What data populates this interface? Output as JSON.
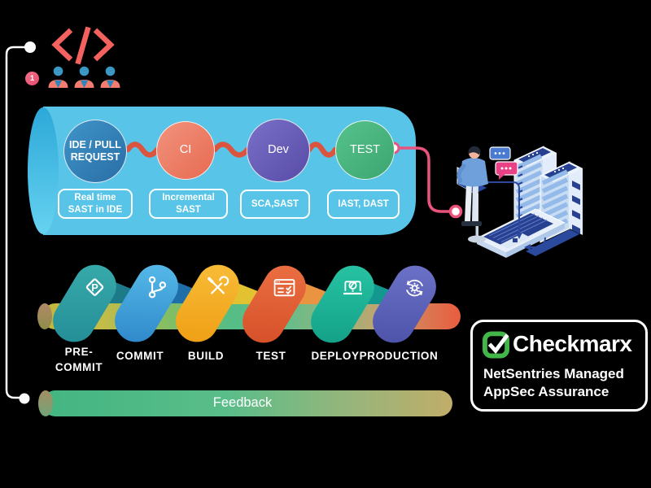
{
  "colors": {
    "background": "#000000",
    "pipeline_cylinder": "#58C4E7",
    "connector_red": "#DB5440",
    "connector_pink": "#EA537E",
    "flow_line_white": "#FFFFFF",
    "checkmarx_green": "#43B649",
    "stage_ide_blue": "#2E7FB5",
    "stage_ci_coral": "#ED7A63",
    "stage_dev_purple": "#6A5FB9",
    "stage_test_green": "#4BB481",
    "capsule_pre_commit": "#2E9FA4",
    "capsule_commit": "#3FA2DD",
    "capsule_build": "#F5AB20",
    "capsule_test": "#DE5E32",
    "capsule_deploy": "#1DB497",
    "capsule_production": "#5A61B8"
  },
  "dev_team": {
    "badge_count": "1",
    "member_count": 3,
    "code_icon": "code-brackets-icon"
  },
  "cicd_pipeline": {
    "stages": [
      {
        "name": "IDE / PULL REQUEST",
        "security": "Real time SAST in IDE"
      },
      {
        "name": "CI",
        "security": "Incremental SAST"
      },
      {
        "name": "Dev",
        "security": "SCA,SAST"
      },
      {
        "name": "TEST",
        "security": "IAST, DAST"
      }
    ]
  },
  "devops_flow": {
    "stages": [
      {
        "label": "PRE-",
        "label2": "COMMIT",
        "icon": "pre-commit-icon",
        "icon_letter": "P"
      },
      {
        "label": "COMMIT",
        "icon": "git-branch-icon"
      },
      {
        "label": "BUILD",
        "icon": "tools-icon"
      },
      {
        "label": "TEST",
        "icon": "checklist-icon"
      },
      {
        "label": "DEPLOY",
        "icon": "deploy-laptop-icon"
      },
      {
        "label": "PRODUCTION",
        "icon": "gear-cycle-icon"
      }
    ]
  },
  "feedback": {
    "label": "Feedback"
  },
  "branding": {
    "logo": "Checkmarx",
    "logo_icon": "checkmarx-check-icon",
    "tagline_line1": "NetSentries Managed",
    "tagline_line2": "AppSec Assurance"
  }
}
